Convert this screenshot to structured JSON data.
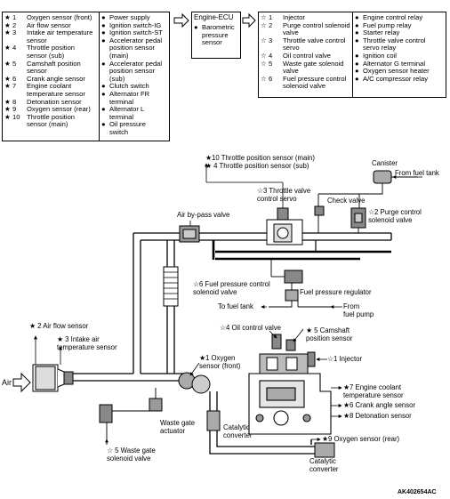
{
  "inputs_box": {
    "sensors": [
      {
        "mark": "★",
        "num": "1",
        "text": "Oxygen sensor (front)"
      },
      {
        "mark": "★",
        "num": "2",
        "text": "Air flow sensor"
      },
      {
        "mark": "★",
        "num": "3",
        "text": "Intake air temperature\nsensor"
      },
      {
        "mark": "★",
        "num": "4",
        "text": "Throttle position\nsensor (sub)"
      },
      {
        "mark": "★",
        "num": "5",
        "text": "Camshaft position\nsensor"
      },
      {
        "mark": "★",
        "num": "6",
        "text": "Crank angle sensor"
      },
      {
        "mark": "★",
        "num": "7",
        "text": "Engine coolant\ntemperature sensor"
      },
      {
        "mark": "★",
        "num": "8",
        "text": "Detonation sensor"
      },
      {
        "mark": "★",
        "num": "9",
        "text": "Oxygen sensor (rear)"
      },
      {
        "mark": "★",
        "num": "10",
        "text": "Throttle position\nsensor (main)"
      }
    ],
    "switches": [
      {
        "mark": "●",
        "text": "Power supply"
      },
      {
        "mark": "●",
        "text": "Ignition switch-IG"
      },
      {
        "mark": "●",
        "text": "Ignition switch-ST"
      },
      {
        "mark": "●",
        "text": "Accelerator pedal\nposition sensor\n(main)"
      },
      {
        "mark": "●",
        "text": "Accelerator pedal\nposition sensor\n(sub)"
      },
      {
        "mark": "●",
        "text": "Clutch switch"
      },
      {
        "mark": "●",
        "text": "Alternator FR\nterminal"
      },
      {
        "mark": "●",
        "text": "Alternator L\nterminal"
      },
      {
        "mark": "●",
        "text": "Oil pressure\nswitch"
      }
    ]
  },
  "ecu_box": {
    "title": "Engine-ECU",
    "items": [
      {
        "mark": "●",
        "text": "Barometric\npressure\nsensor"
      }
    ]
  },
  "outputs_box": {
    "actuators": [
      {
        "mark": "☆",
        "num": "1",
        "text": "Injector"
      },
      {
        "mark": "☆",
        "num": "2",
        "text": "Purge control solenoid\nvalve"
      },
      {
        "mark": "☆",
        "num": "3",
        "text": "Throttle valve control\nservo"
      },
      {
        "mark": "☆",
        "num": "4",
        "text": "Oil control valve"
      },
      {
        "mark": "☆",
        "num": "5",
        "text": "Waste gate solenoid\nvalve"
      },
      {
        "mark": "☆",
        "num": "6",
        "text": "Fuel pressure control\nsolenoid valve"
      }
    ],
    "relays": [
      {
        "mark": "●",
        "text": "Engine control relay"
      },
      {
        "mark": "●",
        "text": "Fuel pump relay"
      },
      {
        "mark": "●",
        "text": "Starter relay"
      },
      {
        "mark": "●",
        "text": "Throttle valve control\nservo relay"
      },
      {
        "mark": "●",
        "text": "Ignition coil"
      },
      {
        "mark": "●",
        "text": "Alternator G terminal"
      },
      {
        "mark": "●",
        "text": "Oxygen sensor heater"
      },
      {
        "mark": "●",
        "text": "A/C compressor relay"
      }
    ]
  },
  "diagram_labels": {
    "tps_main": "★10 Throttle position sensor (main)",
    "tps_sub": "★ 4 Throttle position sensor (sub)",
    "canister": "Canister",
    "from_fuel_tank": "From fuel tank",
    "throttle_servo": "☆3 Throttle valve\ncontrol servo",
    "check_valve": "Check valve",
    "air_bypass": "Air by-pass valve",
    "purge_valve": "☆2 Purge control\nsolenoid valve",
    "fuel_pressure_solenoid": "☆6 Fuel pressure control\nsolenoid valve",
    "fuel_pressure_regulator": "Fuel pressure regulator",
    "to_fuel_tank": "To fuel tank",
    "from_fuel_pump": "From\nfuel pump",
    "air_flow_sensor": "★ 2 Air flow sensor",
    "intake_air_temp": "★ 3 Intake air\ntemperature sensor",
    "oil_control_valve": "☆4 Oil control valve",
    "camshaft_sensor": "★ 5 Camshaft\nposition sensor",
    "air": "Air",
    "oxygen_front": "★1 Oxygen\nsensor (front)",
    "injector": "☆1 Injector",
    "coolant_temp": "★7 Engine coolant\ntemperature sensor",
    "crank_angle": "★6 Crank angle sensor",
    "detonation": "★8 Detonation sensor",
    "waste_gate_actuator": "Waste gate\nactuator",
    "catalytic_1": "Catalytic\nconverter",
    "oxygen_rear": "★9 Oxygen sensor (rear)",
    "waste_gate_solenoid": "☆ 5 Waste gate\nsolenoid valve",
    "catalytic_2": "Catalytic\nconverter",
    "figure_code": "AK402654AC"
  }
}
